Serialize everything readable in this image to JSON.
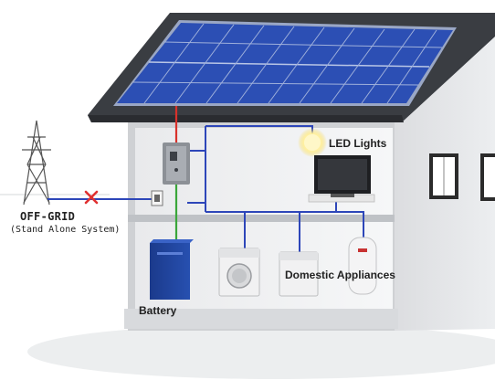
{
  "labels": {
    "off_grid": "OFF-GRID",
    "stand_alone": "(Stand Alone System)",
    "led_lights": "LED Lights",
    "domestic_appliances": "Domestic Appliances",
    "battery": "Battery"
  },
  "colors": {
    "dc_wire": "#d8312b",
    "battery_wire": "#3aa63a",
    "ac_wire": "#2d46b9",
    "panel": "#2c4fb4",
    "roof": "#3a3d42",
    "disconnect_mark": "#e03030"
  },
  "icons": {
    "disconnect": "red-x-icon",
    "tower": "transmission-tower-icon"
  }
}
